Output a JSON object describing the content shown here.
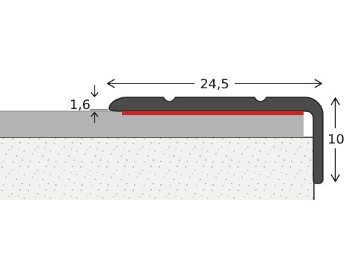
{
  "diagram": {
    "dimensions": {
      "width": {
        "value": "24,5"
      },
      "thickness": {
        "value": "1,6"
      },
      "height": {
        "value": "10"
      }
    },
    "colors": {
      "background": "#ffffff",
      "profile": "#4d4b49",
      "profile_outline": "#1a1a1a",
      "adhesive_strip": "#c62828",
      "floor_covering": "#b4b4b4",
      "concrete_base": "#f1f1ef",
      "concrete_speckle": "#8a8a8a",
      "line": "#111111"
    }
  }
}
